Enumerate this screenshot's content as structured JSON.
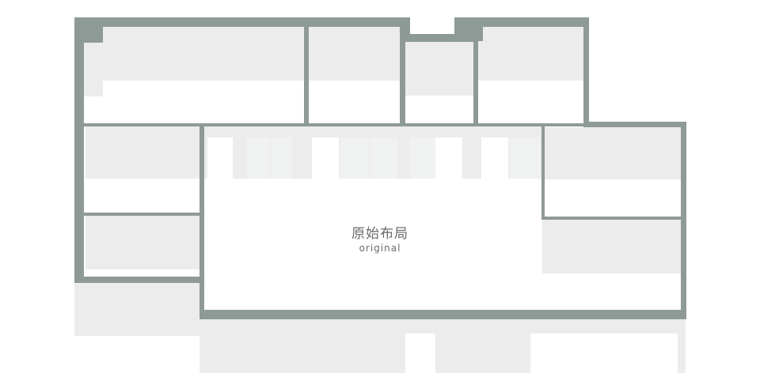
{
  "diagram": {
    "title_zh": "原始布局",
    "title_en": "original",
    "colors": {
      "wall": "#8e9a96",
      "room_fill": "#ececec",
      "window_tint": "#f0f2f1",
      "background": "#ffffff",
      "text": "#6a6a6a"
    },
    "rooms": [
      {
        "id": "top-left-room"
      },
      {
        "id": "top-mid-room"
      },
      {
        "id": "top-small-room"
      },
      {
        "id": "top-right-room"
      },
      {
        "id": "left-upper-room"
      },
      {
        "id": "left-lower-room"
      },
      {
        "id": "main-hall"
      },
      {
        "id": "right-upper-room"
      },
      {
        "id": "right-lower-room"
      }
    ]
  }
}
